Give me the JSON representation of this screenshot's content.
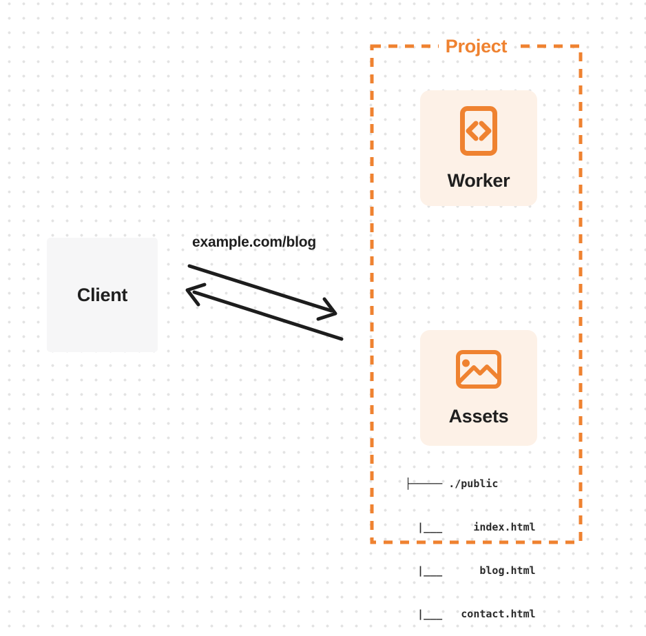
{
  "client": {
    "label": "Client"
  },
  "request": {
    "url_label": "example.com/blog"
  },
  "arrows": [
    {
      "name": "request-arrow",
      "direction": "client-to-project"
    },
    {
      "name": "response-arrow",
      "direction": "project-to-client"
    }
  ],
  "project": {
    "label": "Project",
    "nodes": [
      {
        "label": "Worker",
        "icon": "code-document-icon"
      },
      {
        "label": "Assets",
        "icon": "image-icon"
      }
    ],
    "file_tree": {
      "lines": [
        "├───── ./public",
        "  |___     index.html",
        "  |___      blog.html",
        "  |___   contact.html"
      ]
    }
  },
  "colors": {
    "accent_orange": "#EF8230",
    "card_cream": "#FDF1E7",
    "client_gray": "#F6F6F7",
    "ink": "#1F1F1F",
    "arrow_ink": "#1D1D1D",
    "dot_gray": "#E3E3E3"
  }
}
